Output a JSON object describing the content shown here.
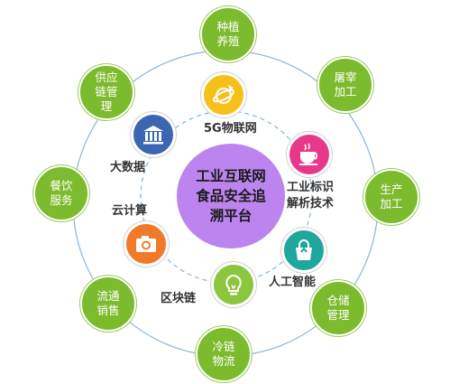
{
  "center": {
    "title": "工业互联网食品安全追溯平台"
  },
  "outer_nodes": [
    {
      "id": "planting",
      "label": "种植养殖"
    },
    {
      "id": "slaughter",
      "label": "屠宰加工"
    },
    {
      "id": "production",
      "label": "生产加工"
    },
    {
      "id": "storage",
      "label": "仓储管理"
    },
    {
      "id": "coldchain",
      "label": "冷链物流"
    },
    {
      "id": "circulation",
      "label": "流通销售"
    },
    {
      "id": "catering",
      "label": "餐饮服务"
    },
    {
      "id": "supplychain",
      "label": "供应链管理"
    }
  ],
  "technologies": [
    {
      "id": "5g",
      "label": "5G物联网",
      "color": "#f6c01a",
      "icon": "satellite-icon"
    },
    {
      "id": "identifier",
      "label": "工业标识解析技术",
      "color": "#e8388a",
      "icon": "coffee-cup-icon"
    },
    {
      "id": "ai",
      "label": "人工智能",
      "color": "#1ea79a",
      "icon": "bag-icon"
    },
    {
      "id": "blockchain",
      "label": "区块链",
      "color": "#8cc63e",
      "icon": "lightbulb-icon"
    },
    {
      "id": "cloud",
      "label": "云计算",
      "color": "#f07a2a",
      "icon": "camera-icon"
    },
    {
      "id": "bigdata",
      "label": "大数据",
      "color": "#3a66b4",
      "icon": "bank-icon"
    }
  ],
  "tech_labels": {
    "identifier_line1": "工业标识",
    "identifier_line2": "解析技术"
  },
  "colors": {
    "outer_node": "#7dbb2e",
    "ring": "#8ab4d8",
    "center": "#bc84ee"
  }
}
